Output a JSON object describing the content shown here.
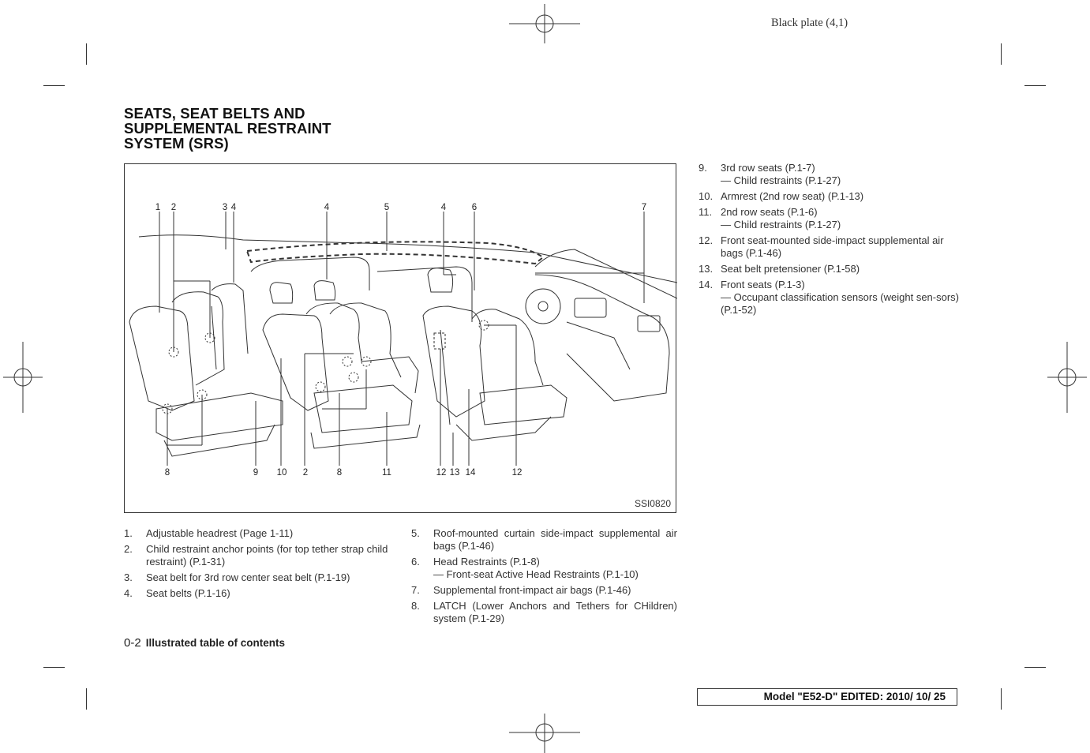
{
  "header": {
    "plate": "Black plate (4,1)"
  },
  "title": {
    "line1": "SEATS, SEAT BELTS AND",
    "line2": "SUPPLEMENTAL RESTRAINT",
    "line3": "SYSTEM (SRS)"
  },
  "figure": {
    "code": "SSI0820",
    "top_callouts": [
      "1",
      "2",
      "3",
      "4",
      "4",
      "5",
      "4",
      "6",
      "7"
    ],
    "bottom_callouts": [
      "8",
      "9",
      "10",
      "2",
      "8",
      "11",
      "12",
      "13",
      "14",
      "12"
    ]
  },
  "list_left": [
    {
      "num": "1.",
      "text": "Adjustable headrest (Page 1-11)"
    },
    {
      "num": "2.",
      "text": "Child restraint anchor points (for top tether strap child restraint) (P.1-31)"
    },
    {
      "num": "3.",
      "text": "Seat belt for 3rd row center seat belt (P.1-19)"
    },
    {
      "num": "4.",
      "text": "Seat belts (P.1-16)"
    }
  ],
  "list_middle": [
    {
      "num": "5.",
      "text": "Roof-mounted curtain side-impact supplemental air bags (P.1-46)"
    },
    {
      "num": "6.",
      "text": "Head Restraints (P.1-8)",
      "sub": "— Front-seat Active Head Restraints (P.1-10)"
    },
    {
      "num": "7.",
      "text": "Supplemental front-impact air bags (P.1-46)"
    },
    {
      "num": "8.",
      "text": "LATCH (Lower Anchors and Tethers for CHildren) system (P.1-29)"
    }
  ],
  "list_right": [
    {
      "num": "9.",
      "text": "3rd row seats (P.1-7)",
      "sub": "— Child restraints (P.1-27)"
    },
    {
      "num": "10.",
      "text": "Armrest (2nd row seat) (P.1-13)"
    },
    {
      "num": "11.",
      "text": "2nd row seats (P.1-6)",
      "sub": "— Child restraints (P.1-27)"
    },
    {
      "num": "12.",
      "text": "Front seat-mounted side-impact supplemental air bags (P.1-46)"
    },
    {
      "num": "13.",
      "text": "Seat belt pretensioner (P.1-58)"
    },
    {
      "num": "14.",
      "text": "Front seats (P.1-3)",
      "sub": "— Occupant classification sensors (weight sen-sors) (P.1-52)"
    }
  ],
  "footer": {
    "page": "0-2",
    "section": "Illustrated table of contents",
    "model": "Model \"E52-D\"  EDITED:  2010/ 10/ 25"
  }
}
